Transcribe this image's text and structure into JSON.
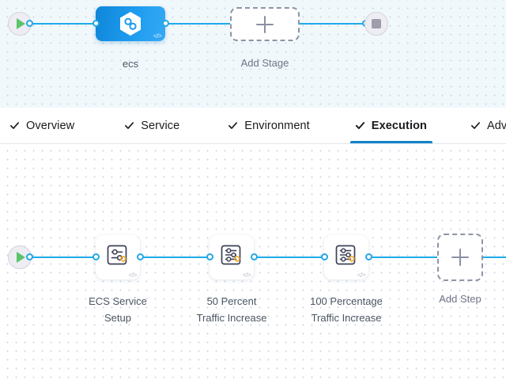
{
  "stage_canvas": {
    "start_node": {
      "icon": "play-icon",
      "name": "pipeline-start"
    },
    "end_node": {
      "icon": "stop-icon",
      "name": "pipeline-end"
    },
    "stage": {
      "label": "ecs",
      "icon": "hexagon-link-icon",
      "code_badge": "</>"
    },
    "add_stage": {
      "label": "Add Stage",
      "icon": "plus-icon"
    }
  },
  "tabs": [
    {
      "label": "Overview",
      "check": true,
      "active": false
    },
    {
      "label": "Service",
      "check": true,
      "active": false
    },
    {
      "label": "Environment",
      "check": true,
      "active": false
    },
    {
      "label": "Execution",
      "check": true,
      "active": true
    },
    {
      "label": "Advanced",
      "check": true,
      "active": false
    }
  ],
  "execution_canvas": {
    "start_node": {
      "icon": "play-icon",
      "name": "execution-start"
    },
    "steps": [
      {
        "label": "ECS Service\nSetup",
        "icon": "step-settings-icon",
        "badge": "hexagon-badge",
        "code_badge": "</>"
      },
      {
        "label": "50 Percent\nTraffic Increase",
        "icon": "step-settings-icon",
        "badge": "hexagon-badge",
        "code_badge": "</>"
      },
      {
        "label": "100 Percentage\nTraffic Increase",
        "icon": "step-settings-icon",
        "badge": "hexagon-badge",
        "code_badge": "</>"
      }
    ],
    "add_step": {
      "label": "Add Step",
      "icon": "plus-icon"
    }
  },
  "colors": {
    "edge": "#1fabe9",
    "accent": "#1283c8",
    "stage_blue": "#1e9cf0",
    "badge_orange": "#f0a92c",
    "play_green": "#5cc46c",
    "stop_gray": "#9e9eab"
  }
}
